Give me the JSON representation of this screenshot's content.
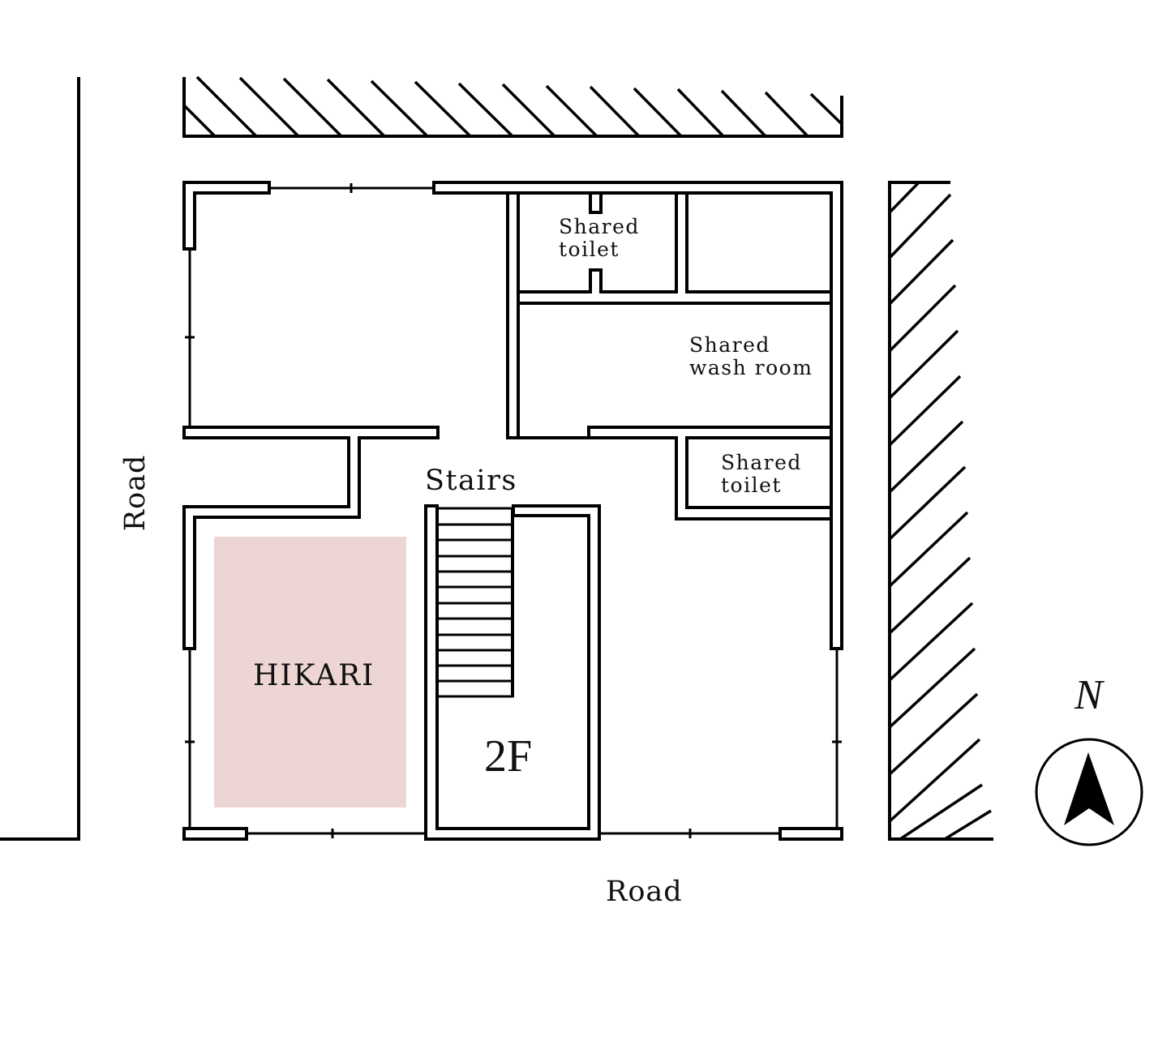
{
  "floor_plan": {
    "floor": "2F",
    "highlight_color": "#ecd5d2",
    "rooms": {
      "hikari": {
        "label": "HIKARI"
      },
      "shared_toilet_top": {
        "line1": "Shared",
        "line2": "toilet"
      },
      "shared_wash_room": {
        "line1": "Shared",
        "line2": "wash room"
      },
      "shared_toilet_right": {
        "line1": "Shared",
        "line2": "toilet"
      }
    },
    "stairs": {
      "label": "Stairs"
    },
    "roads": {
      "west": "Road",
      "south": "Road"
    },
    "compass": {
      "label": "N"
    }
  }
}
